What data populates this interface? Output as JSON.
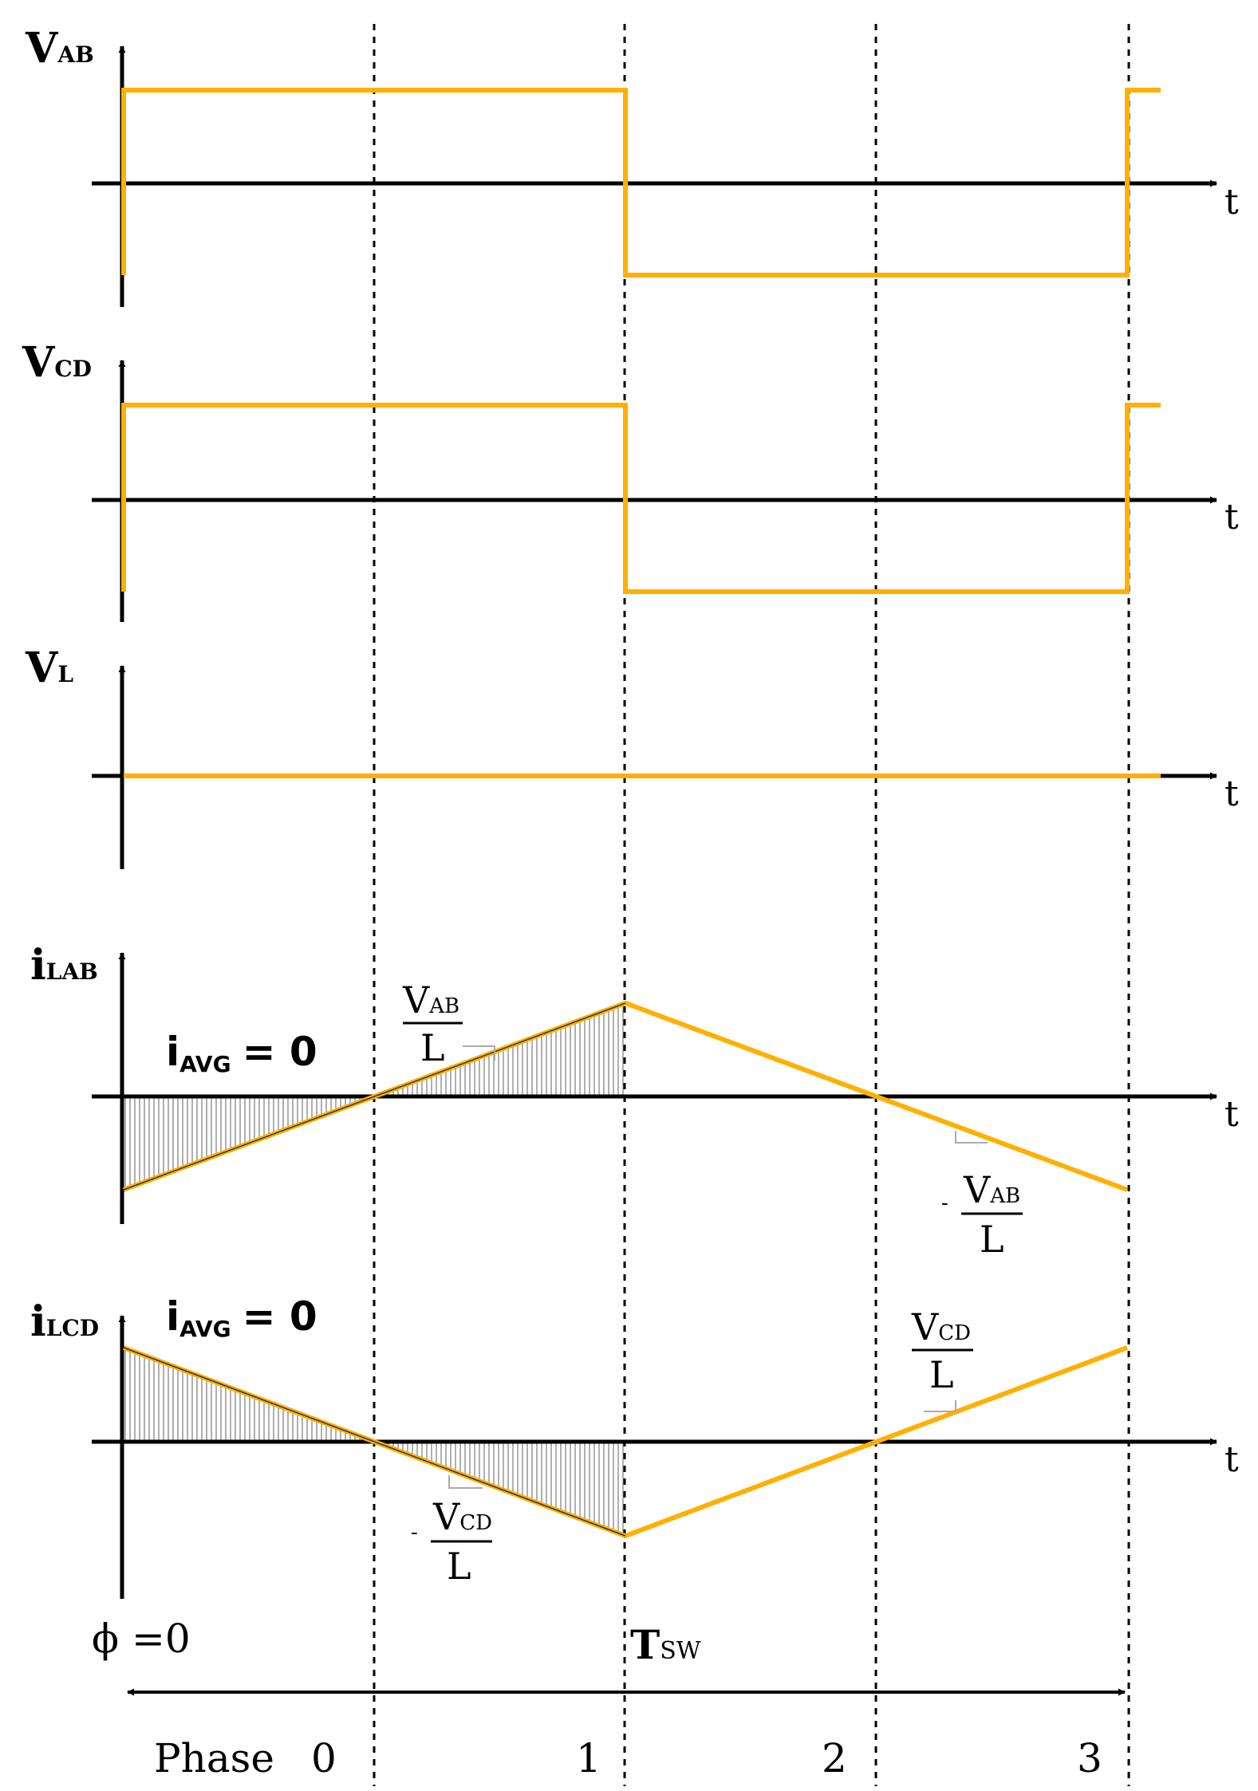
{
  "colors": {
    "waveform": "#FFB000",
    "axis": "#000000",
    "guide": "#000000",
    "hatch": "#7a7a7a"
  },
  "panels": [
    {
      "id": "vab",
      "label_main": "V",
      "label_sub": "AB",
      "time_label": "t"
    },
    {
      "id": "vcd",
      "label_main": "V",
      "label_sub": "CD",
      "time_label": "t"
    },
    {
      "id": "vl",
      "label_main": "V",
      "label_sub": "L",
      "time_label": "t"
    },
    {
      "id": "ilab",
      "label_main": "i",
      "label_sub": "LAB",
      "time_label": "t"
    },
    {
      "id": "ilcd",
      "label_main": "i",
      "label_sub": "LCD",
      "time_label": "t"
    }
  ],
  "annotations": {
    "iavg_main": "i",
    "iavg_sub": "AVG",
    "iavg_eq": "= 0",
    "slope_vab_pos": {
      "num_main": "V",
      "num_sub": "AB",
      "den": "L"
    },
    "slope_vab_neg": {
      "sign": "-",
      "num_main": "V",
      "num_sub": "AB",
      "den": "L"
    },
    "slope_vcd_pos": {
      "num_main": "V",
      "num_sub": "CD",
      "den": "L"
    },
    "slope_vcd_neg": {
      "sign": "-",
      "num_main": "V",
      "num_sub": "CD",
      "den": "L"
    },
    "phi_label": "ϕ =0",
    "tsw_main": "T",
    "tsw_sub": "SW"
  },
  "phase_labels": {
    "word": "Phase",
    "numbers": [
      "0",
      "1",
      "2",
      "3"
    ]
  }
}
